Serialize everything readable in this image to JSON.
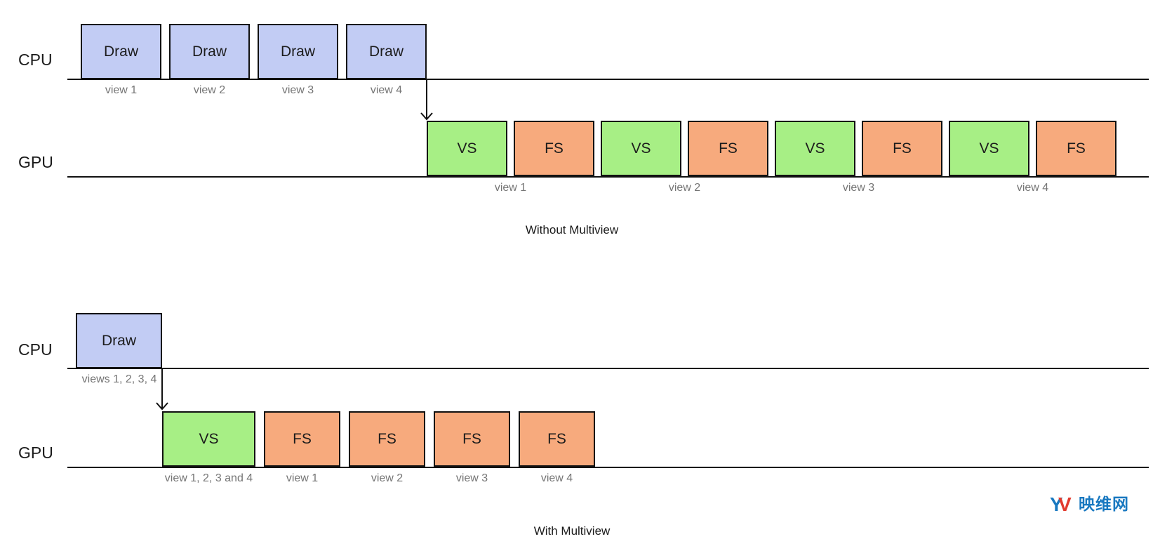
{
  "without": {
    "caption": "Without Multiview",
    "cpu_label": "CPU",
    "gpu_label": "GPU",
    "draw_boxes": [
      {
        "label": "Draw",
        "view": "view 1"
      },
      {
        "label": "Draw",
        "view": "view 2"
      },
      {
        "label": "Draw",
        "view": "view 3"
      },
      {
        "label": "Draw",
        "view": "view 4"
      }
    ],
    "gpu_boxes": [
      {
        "label": "VS"
      },
      {
        "label": "FS"
      },
      {
        "label": "VS"
      },
      {
        "label": "FS"
      },
      {
        "label": "VS"
      },
      {
        "label": "FS"
      },
      {
        "label": "VS"
      },
      {
        "label": "FS"
      }
    ],
    "gpu_view_labels": [
      "view 1",
      "view 2",
      "view 3",
      "view 4"
    ]
  },
  "with": {
    "caption": "With Multiview",
    "cpu_label": "CPU",
    "gpu_label": "GPU",
    "draw_boxes": [
      {
        "label": "Draw",
        "view": "views 1, 2, 3, 4"
      }
    ],
    "gpu_boxes": [
      {
        "label": "VS",
        "view": "view 1, 2, 3 and 4"
      },
      {
        "label": "FS",
        "view": "view 1"
      },
      {
        "label": "FS",
        "view": "view 2"
      },
      {
        "label": "FS",
        "view": "view 3"
      },
      {
        "label": "FS",
        "view": "view 4"
      }
    ]
  },
  "logo": {
    "mark_letters": "YV",
    "site_name": "映维网"
  },
  "colors": {
    "draw_fill": "#c2ccf4",
    "vs_fill": "#a7ef85",
    "fs_fill": "#f7aa7d",
    "box_border": "#111111",
    "timeline": "#111111",
    "view_label_gray": "#757575",
    "text_black": "#1a1a1a",
    "logo_blue": "#1878c0",
    "logo_red": "#e23a2e"
  }
}
